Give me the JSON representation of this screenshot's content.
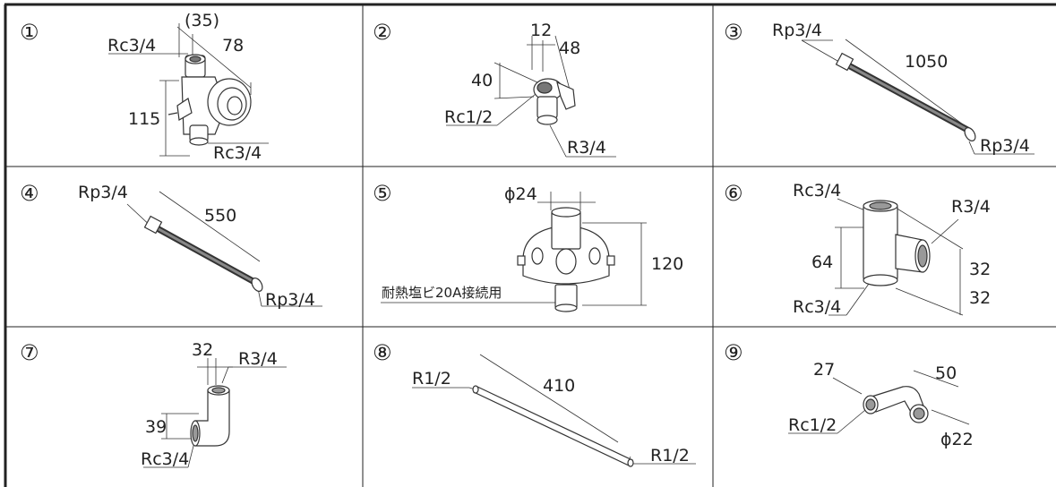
{
  "parts": [
    {
      "number": "①",
      "labels": {
        "paren_dim": "(35)",
        "width": "78",
        "inlet": "Rc3/4",
        "height": "115",
        "outlet": "Rc3/4"
      }
    },
    {
      "number": "②",
      "labels": {
        "dim_a": "12",
        "dim_b": "48",
        "height": "40",
        "inlet": "Rc1/2",
        "outlet": "R3/4"
      }
    },
    {
      "number": "③",
      "labels": {
        "end_a": "Rp3/4",
        "length": "1050",
        "end_b": "Rp3/4"
      }
    },
    {
      "number": "④",
      "labels": {
        "end_a": "Rp3/4",
        "length": "550",
        "end_b": "Rp3/4"
      }
    },
    {
      "number": "⑤",
      "labels": {
        "diameter": "ϕ24",
        "height": "120",
        "note": "耐熱塩ビ20A接続用"
      }
    },
    {
      "number": "⑥",
      "labels": {
        "top": "Rc3/4",
        "side": "R3/4",
        "height": "64",
        "dim_a": "32",
        "dim_b": "32",
        "bottom": "Rc3/4"
      }
    },
    {
      "number": "⑦",
      "labels": {
        "width": "32",
        "top": "R3/4",
        "height": "39",
        "bottom": "Rc3/4"
      }
    },
    {
      "number": "⑧",
      "labels": {
        "end_a": "R1/2",
        "length": "410",
        "end_b": "R1/2"
      }
    },
    {
      "number": "⑨",
      "labels": {
        "dim_a": "27",
        "dim_b": "50",
        "inlet": "Rc1/2",
        "diameter": "ϕ22"
      }
    }
  ]
}
